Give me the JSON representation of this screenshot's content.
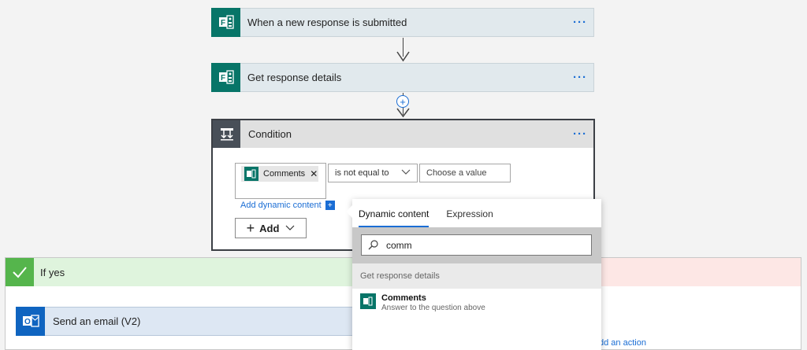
{
  "trigger": {
    "title": "When a new response is submitted",
    "more": "···"
  },
  "action_get": {
    "title": "Get response details",
    "more": "···"
  },
  "condition": {
    "title": "Condition",
    "more": "···",
    "token_label": "Comments",
    "token_remove": "✕",
    "operator": "is not equal to",
    "value_placeholder": "Choose a value",
    "add_dynamic_label": "Add dynamic content",
    "add_label": "Add"
  },
  "branch_yes": {
    "title": "If yes"
  },
  "email_action": {
    "title": "Send an email (V2)"
  },
  "branch_no": {
    "add_action_label": "dd an action"
  },
  "flyout": {
    "tabs": [
      {
        "label": "Dynamic content",
        "active": true
      },
      {
        "label": "Expression",
        "active": false
      }
    ],
    "search_value": "comm",
    "group_title": "Get response details",
    "items": [
      {
        "title": "Comments",
        "description": "Answer to the question above"
      }
    ]
  },
  "colors": {
    "forms_green": "#077568",
    "link_blue": "#1a6dd4",
    "yes_green": "#55b54c",
    "outlook_blue": "#0f64c0"
  }
}
